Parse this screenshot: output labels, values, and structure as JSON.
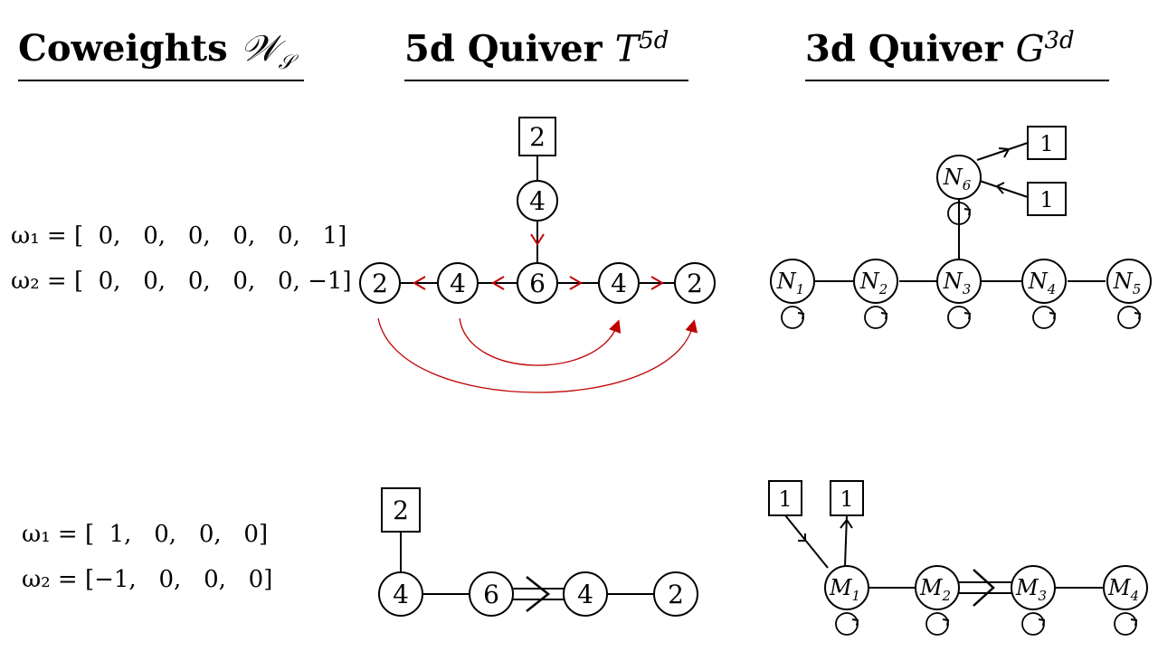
{
  "headers": {
    "coweights": {
      "text": "Coweights",
      "symbol": "𝒲",
      "sub": "𝒮"
    },
    "quiver5d": {
      "text": "5d Quiver",
      "symbol": "T",
      "sup": "5d"
    },
    "quiver3d": {
      "text": "3d Quiver",
      "symbol": "G",
      "sup": "3d"
    }
  },
  "rows": [
    {
      "coweights": [
        {
          "label": "ω₁ = [",
          "values": "  0,   0,   0,   0,   0,   1]"
        },
        {
          "label": "ω₂ = [",
          "values": "  0,   0,   0,   0,   0, −1]"
        }
      ],
      "quiver5d": {
        "flavor": "2",
        "top": "4",
        "chain": [
          "2",
          "4",
          "6",
          "4",
          "2"
        ]
      },
      "quiver3d": {
        "flavors": [
          "1",
          "1"
        ],
        "top": {
          "base": "N",
          "sub": "6"
        },
        "chain": [
          {
            "base": "N",
            "sub": "1"
          },
          {
            "base": "N",
            "sub": "2"
          },
          {
            "base": "N",
            "sub": "3"
          },
          {
            "base": "N",
            "sub": "4"
          },
          {
            "base": "N",
            "sub": "5"
          }
        ]
      }
    },
    {
      "coweights": [
        {
          "label": "ω₁ = [",
          "values": "  1,   0,   0,   0]"
        },
        {
          "label": "ω₂ = [",
          "values": "−1,   0,   0,   0]"
        }
      ],
      "quiver5d": {
        "flavor": "2",
        "chain": [
          "4",
          "6",
          "4",
          "2"
        ]
      },
      "quiver3d": {
        "flavors": [
          "1",
          "1"
        ],
        "chain": [
          {
            "base": "M",
            "sub": "1"
          },
          {
            "base": "M",
            "sub": "2"
          },
          {
            "base": "M",
            "sub": "3"
          },
          {
            "base": "M",
            "sub": "4"
          }
        ]
      }
    }
  ],
  "colors": {
    "line": "#000000",
    "fold": "#c00000"
  }
}
